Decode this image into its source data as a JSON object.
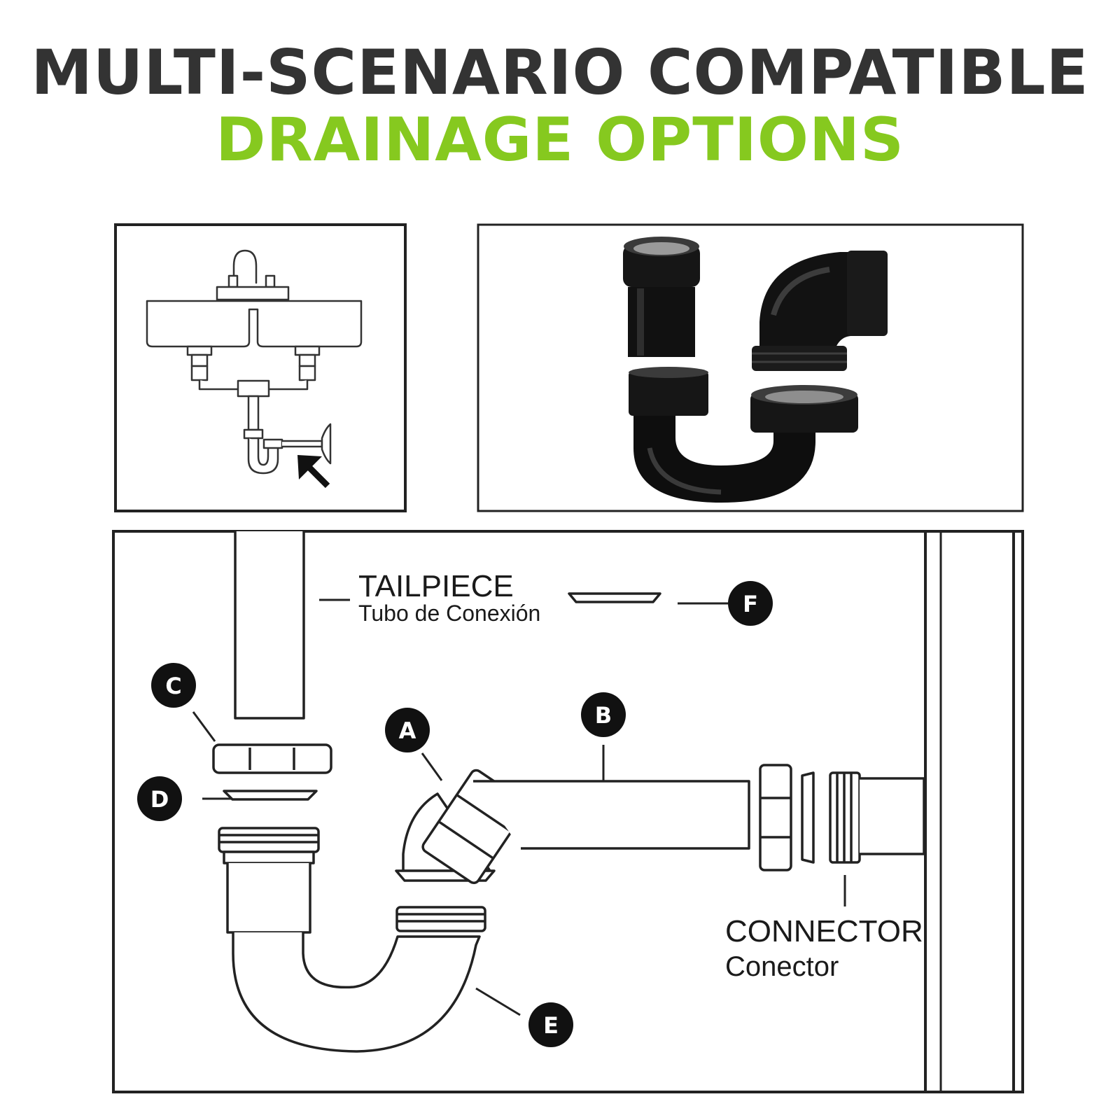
{
  "title": {
    "line1": "MULTI-SCENARIO COMPATIBLE",
    "line2": "DRAINAGE OPTIONS"
  },
  "colors": {
    "title_dark": "#333333",
    "title_green": "#86c91f",
    "line": "#222222",
    "part_black": "#0d0d0d"
  },
  "diagram": {
    "tailpiece": {
      "label_en": "TAILPIECE",
      "label_es": "Tubo de Conexión"
    },
    "connector": {
      "label_en": "CONNECTOR",
      "label_es": "Conector"
    },
    "markers": {
      "a": "A",
      "b": "B",
      "c": "C",
      "d": "D",
      "e": "E",
      "f": "F"
    }
  },
  "icons": [
    "sink-illustration",
    "arrow-icon",
    "p-trap-photo"
  ]
}
